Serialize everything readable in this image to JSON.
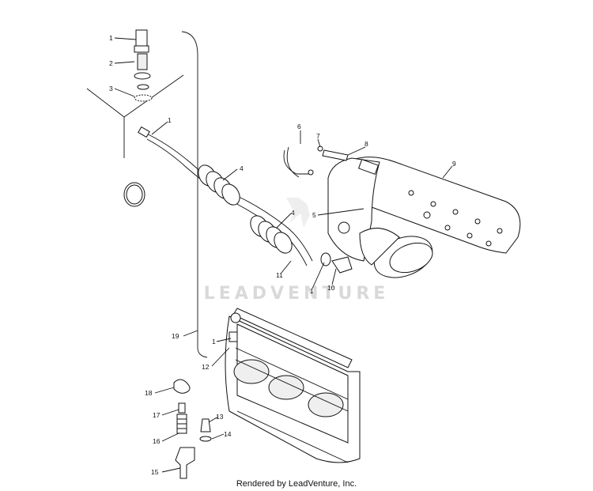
{
  "watermark": "LEADVENTURE",
  "footer": "Rendered by LeadVenture, Inc.",
  "callouts": {
    "c1_top": "1",
    "c2": "2",
    "c3": "3",
    "c1_hose": "1",
    "c4_upper": "4",
    "c4_lower": "4",
    "c5": "5",
    "c6": "6",
    "c7": "7",
    "c8": "8",
    "c9": "9",
    "c10": "10",
    "c11": "11",
    "c1_clamp": "1",
    "c19": "19",
    "c1_head": "1",
    "c12": "12",
    "c18": "18",
    "c17": "17",
    "c13": "13",
    "c16": "16",
    "c14": "14",
    "c15": "15"
  }
}
